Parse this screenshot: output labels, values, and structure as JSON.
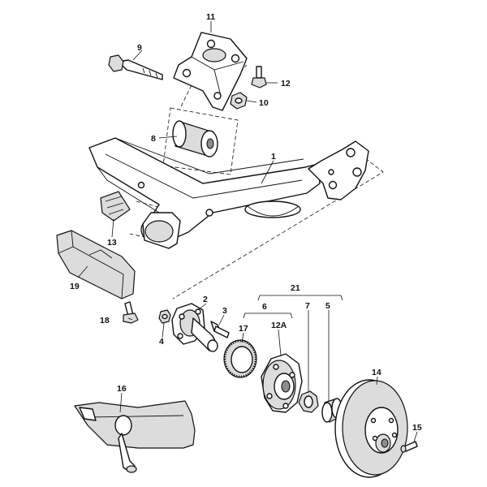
{
  "callouts": {
    "c1": "1",
    "c2": "2",
    "c3": "3",
    "c4": "4",
    "c5": "5",
    "c6": "6",
    "c7": "7",
    "c8": "8",
    "c9": "9",
    "c10": "10",
    "c11": "11",
    "c12": "12",
    "c12a": "12A",
    "c13": "13",
    "c14": "14",
    "c15": "15",
    "c16": "16",
    "c17": "17",
    "c18": "18",
    "c19": "19",
    "c21": "21"
  }
}
